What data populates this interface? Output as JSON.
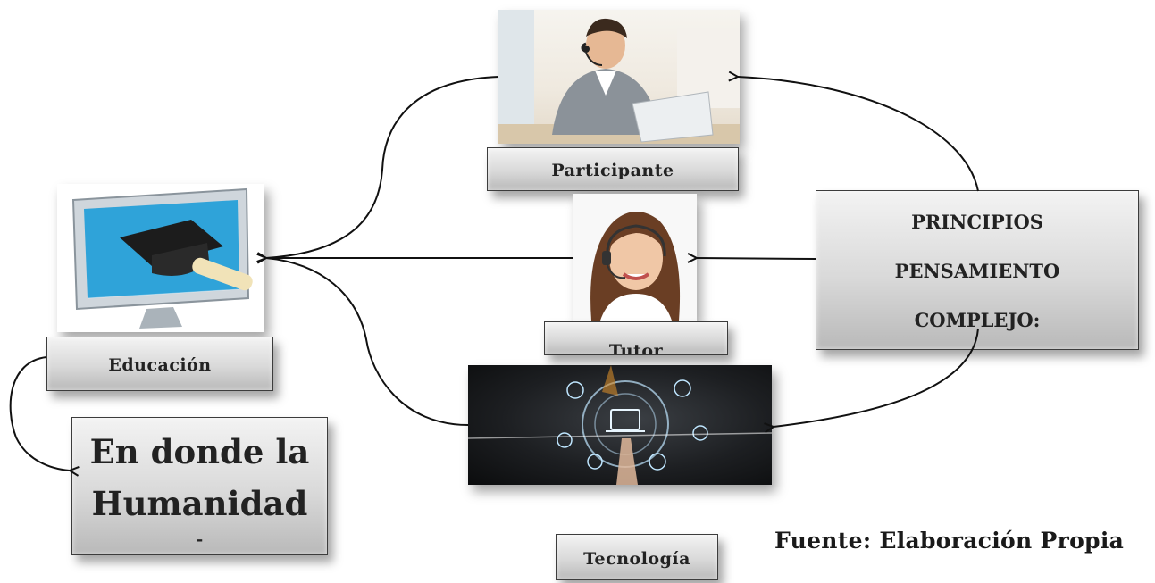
{
  "nodes": {
    "participante": "Participante",
    "tutor": "Tutor",
    "educacion": "Educación",
    "tecnologia": "Tecnología",
    "principios": [
      "PRINCIPIOS",
      "PENSAMIENTO",
      "COMPLEJO:"
    ],
    "humanidad": [
      "En donde la",
      "Humanidad",
      "-"
    ]
  },
  "source_note": "Fuente: Elaboración Propia",
  "photos": {
    "participante": "man-with-headset-at-laptop",
    "tutor": "woman-with-headset",
    "educacion": "monitor-with-graduation-cap-and-diploma",
    "tecnologia": "hand-touching-technology-icons"
  },
  "colors": {
    "box_border": "#3c3c3c",
    "arrow": "#111111",
    "tech_glow": "#bfe6ff"
  }
}
